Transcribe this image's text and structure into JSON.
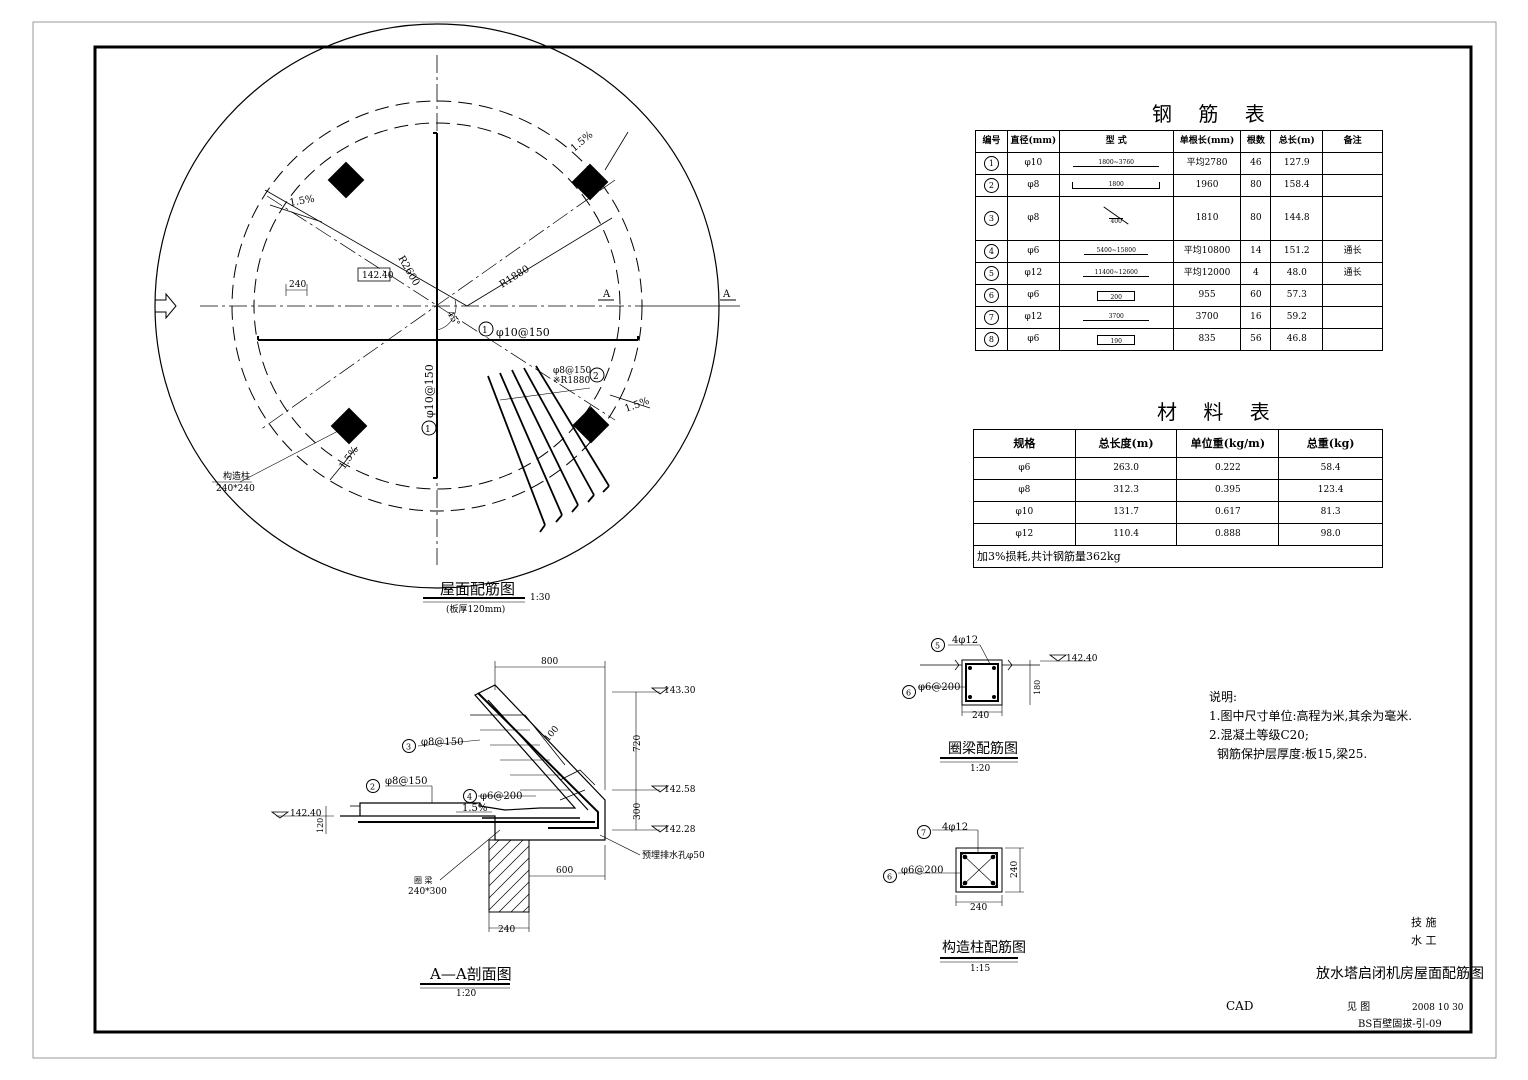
{
  "plan": {
    "title": "屋面配筋图",
    "scale": "1:30",
    "subtitle": "(板厚120mm)",
    "elev": "142.40",
    "dim_240": "240",
    "r_outer": "R2600",
    "r_inner": "R1880",
    "angle": "45°",
    "slope_1": "1.5%",
    "slope_2": "1.5%",
    "slope_3": "1.5%",
    "slope_4": "1.5%",
    "bar1_h": "φ10@150",
    "bar1_v": "φ10@150",
    "bar2_a": "φ8@150",
    "bar2_b": "※R1880",
    "col_label": "构造柱",
    "col_size": "240*240",
    "sec_a_left": "A",
    "sec_a_right": "A",
    "m1": "1",
    "m1v": "1",
    "m2": "2"
  },
  "rebar_table": {
    "title": "钢 筋 表",
    "headers": [
      "编号",
      "直径(mm)",
      "型    式",
      "单根长(mm)",
      "根数",
      "总长(m)",
      "备注"
    ],
    "rows": [
      {
        "no": "1",
        "dia": "φ10",
        "shape": "1800~3760",
        "len": "平均2780",
        "count": "46",
        "total": "127.9",
        "note": ""
      },
      {
        "no": "2",
        "dia": "φ8",
        "shape": "1800",
        "len": "1960",
        "count": "80",
        "total": "158.4",
        "note": ""
      },
      {
        "no": "3",
        "dia": "φ8",
        "shape": "400",
        "len": "1810",
        "count": "80",
        "total": "144.8",
        "note": ""
      },
      {
        "no": "4",
        "dia": "φ6",
        "shape": "5400~15800",
        "len": "平均10800",
        "count": "14",
        "total": "151.2",
        "note": "通长"
      },
      {
        "no": "5",
        "dia": "φ12",
        "shape": "11400~12600",
        "len": "平均12000",
        "count": "4",
        "total": "48.0",
        "note": "通长"
      },
      {
        "no": "6",
        "dia": "φ6",
        "shape": "200",
        "len": "955",
        "count": "60",
        "total": "57.3",
        "note": ""
      },
      {
        "no": "7",
        "dia": "φ12",
        "shape": "3700",
        "len": "3700",
        "count": "16",
        "total": "59.2",
        "note": ""
      },
      {
        "no": "8",
        "dia": "φ6",
        "shape": "190",
        "len": "835",
        "count": "56",
        "total": "46.8",
        "note": ""
      }
    ]
  },
  "material_table": {
    "title": "材 料 表",
    "headers": [
      "规格",
      "总长度(m)",
      "单位重(kg/m)",
      "总重(kg)"
    ],
    "rows": [
      {
        "spec": "φ6",
        "len": "263.0",
        "unit": "0.222",
        "weight": "58.4"
      },
      {
        "spec": "φ8",
        "len": "312.3",
        "unit": "0.395",
        "weight": "123.4"
      },
      {
        "spec": "φ10",
        "len": "131.7",
        "unit": "0.617",
        "weight": "81.3"
      },
      {
        "spec": "φ12",
        "len": "110.4",
        "unit": "0.888",
        "weight": "98.0"
      }
    ],
    "footer": "加3%损耗,共计钢筋量362kg"
  },
  "section": {
    "title": "A—A剖面图",
    "scale": "1:20",
    "dim_800": "800",
    "dim_720": "720",
    "dim_300": "300",
    "dim_120": "120",
    "dim_600": "600",
    "dim_240": "240",
    "dim_100": "100",
    "e1": "143.30",
    "e2": "142.58",
    "e3": "142.28",
    "e4": "142.40",
    "bar3": "φ8@150",
    "bar2": "φ8@150",
    "bar4": "φ6@200",
    "slope": "1.5%",
    "drain": "预埋排水孔φ50",
    "beam_label": "圈 梁",
    "beam_size": "240*300",
    "m3": "3",
    "m2": "2",
    "m4": "4"
  },
  "ring_beam": {
    "title": "圈梁配筋图",
    "scale": "1:20",
    "bar5": "4φ12",
    "bar6": "φ6@200",
    "elev": "142.40",
    "dim_180": "180",
    "dim_240": "240",
    "m5": "5",
    "m6": "6"
  },
  "column": {
    "title": "构造柱配筋图",
    "scale": "1:15",
    "bar7": "4φ12",
    "bar6": "φ6@200",
    "dim_240v": "240",
    "dim_240h": "240",
    "m7": "7",
    "m6": "6"
  },
  "notes": {
    "heading": "说明:",
    "line1": "1.图中尺寸单位:高程为米,其余为毫米.",
    "line2": "2.混凝土等级C20;",
    "line3": "钢筋保护层厚度:板15,梁25."
  },
  "title_block": {
    "r1": "技 施",
    "r2": "水 工",
    "drawing": "放水塔启闭机房屋面配筋图",
    "cad": "CAD",
    "see": "见 图",
    "date": "2008  10  30",
    "code": "BS百壁固拔-引-09"
  }
}
